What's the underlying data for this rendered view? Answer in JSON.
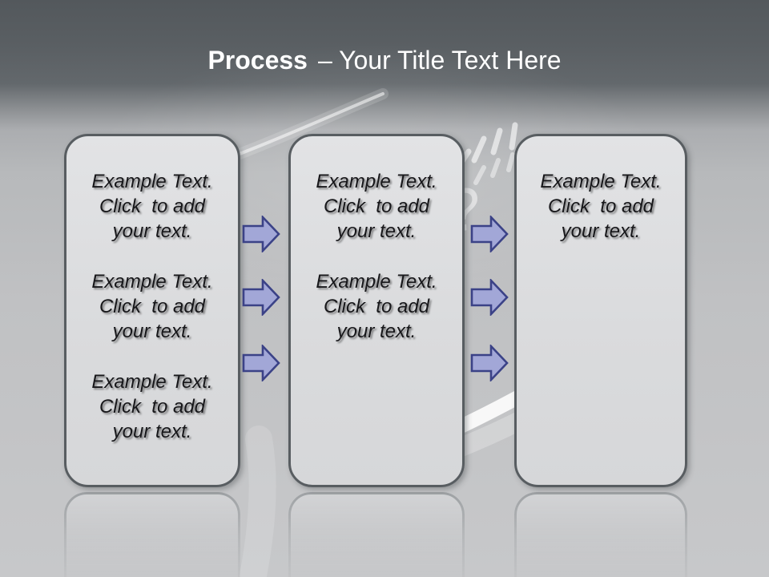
{
  "title": {
    "emphasis": "Process",
    "separator_and_rest": "– Your Title Text Here"
  },
  "watermark": {
    "glyph": "?"
  },
  "boxes": [
    {
      "paragraphs": [
        {
          "lines": [
            "Example Text.",
            "Click  to add",
            "your text."
          ]
        },
        {
          "lines": [
            "Example Text.",
            "Click  to add",
            "your text."
          ]
        },
        {
          "lines": [
            "Example Text.",
            "Click  to add",
            "your text."
          ]
        }
      ]
    },
    {
      "paragraphs": [
        {
          "lines": [
            "Example Text.",
            "Click  to add",
            "your text."
          ]
        },
        {
          "lines": [
            "Example Text.",
            "Click  to add",
            "your text."
          ]
        }
      ]
    },
    {
      "paragraphs": [
        {
          "lines": [
            "Example Text.",
            "Click  to add",
            "your text."
          ]
        }
      ]
    }
  ],
  "arrows": {
    "columns": 2,
    "per_column": 3,
    "direction": "right"
  },
  "colors": {
    "title_text": "#ffffff",
    "header_band": "#565b5f",
    "body_background": "#c2c3c5",
    "box_fill": "#dcdde0",
    "box_border": "#585d61",
    "box_text": "#17171a",
    "arrow_fill": "#a2a7d7",
    "arrow_outline": "#3b4287",
    "reflection_border": "#94989b",
    "watermark": "#ffffff"
  }
}
